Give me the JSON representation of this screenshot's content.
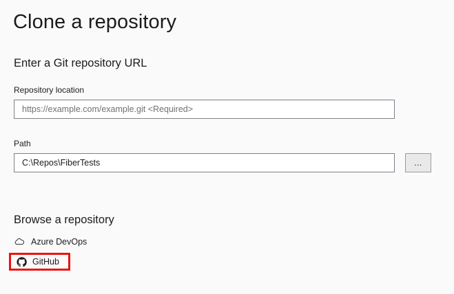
{
  "window": {
    "title": "Clone a repository",
    "background_color": "#fafafa",
    "text_color": "#1b1b1b"
  },
  "url_section": {
    "heading": "Enter a Git repository URL",
    "repository_location": {
      "label": "Repository location",
      "value": "",
      "placeholder": "https://example.com/example.git <Required>"
    },
    "path": {
      "label": "Path",
      "value": "C:\\Repos\\FiberTests",
      "placeholder": ""
    },
    "browse_button": {
      "label": "...",
      "icon": "ellipsis-icon"
    }
  },
  "browse_section": {
    "heading": "Browse a repository",
    "providers": [
      {
        "label": "Azure DevOps",
        "icon": "cloud-icon",
        "highlighted": false
      },
      {
        "label": "GitHub",
        "icon": "github-icon",
        "highlighted": true
      }
    ]
  },
  "annotation": {
    "highlight_color": "#ee1111",
    "highlight_target": "GitHub"
  }
}
